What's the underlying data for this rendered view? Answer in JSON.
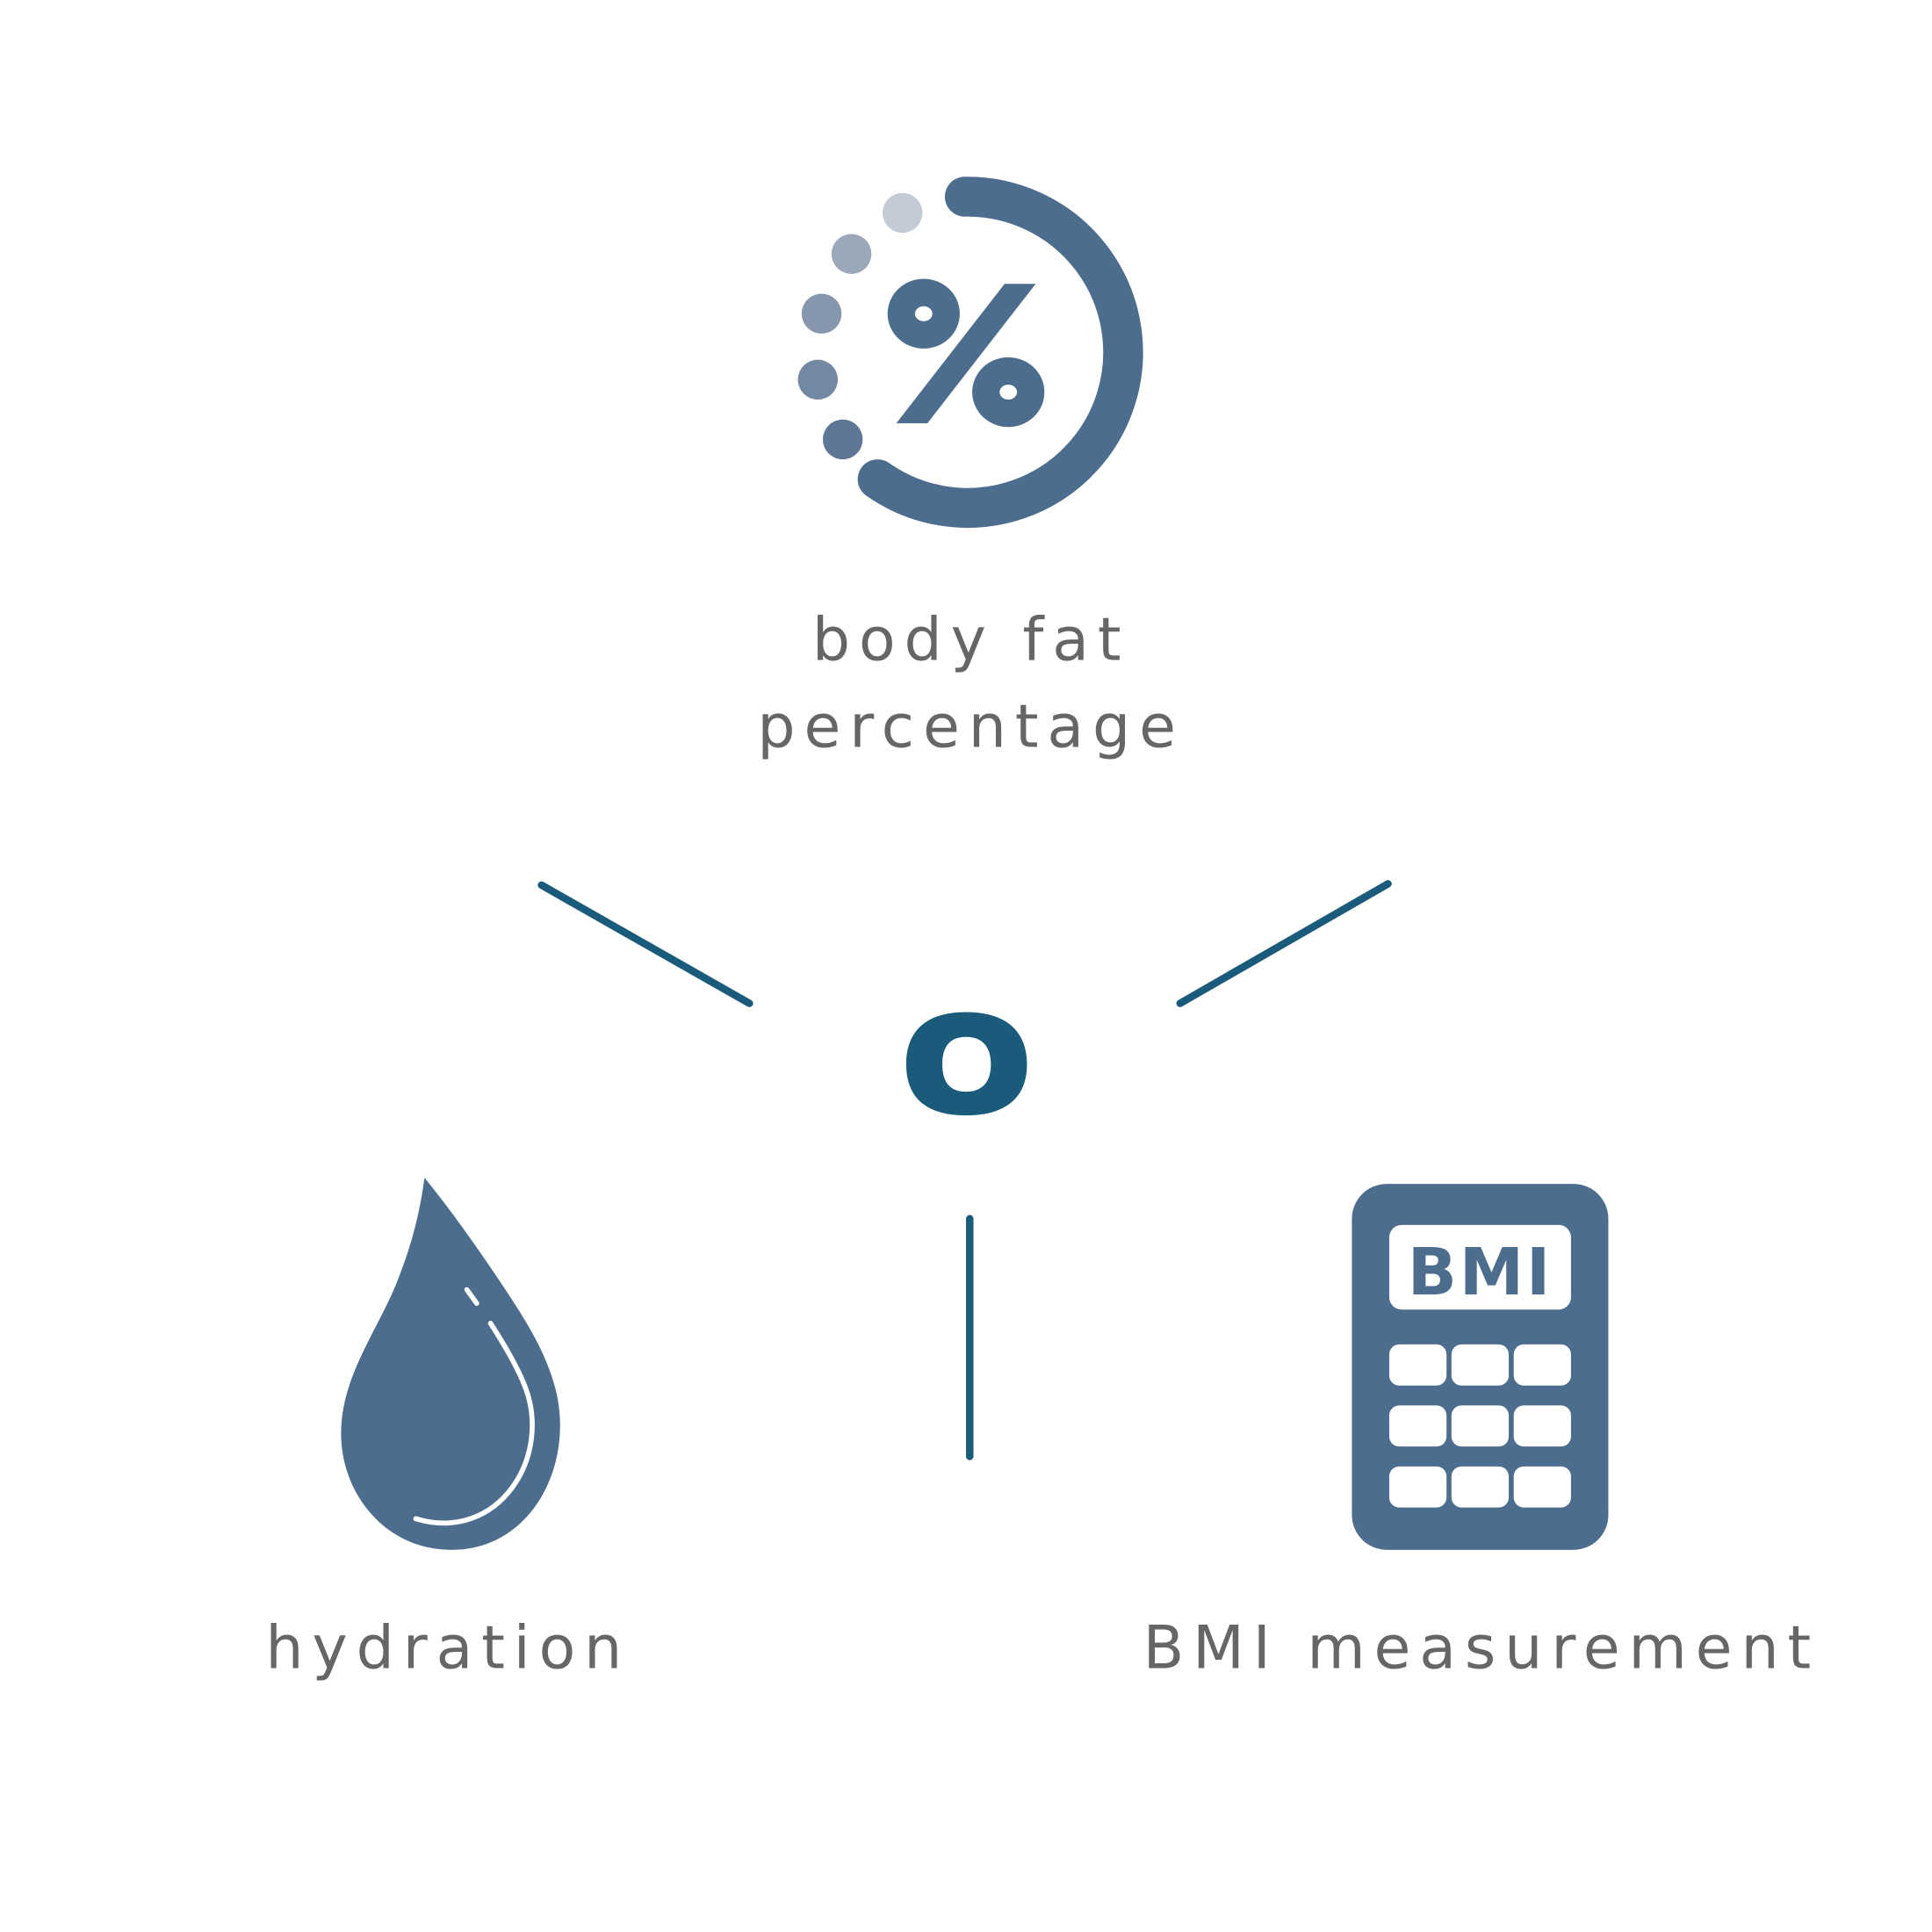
{
  "colors": {
    "icon": "#4d6d8f",
    "connector": "#1a5a7a",
    "text": "#666666",
    "dots": [
      "#c5cbd6",
      "#9ba8ba",
      "#8596ad",
      "#7388a3",
      "#5f7796"
    ]
  },
  "center_logo": {
    "text": "o",
    "icon": "logo-o-icon"
  },
  "items": [
    {
      "label_lines": [
        "body fat",
        "percentage"
      ],
      "icon": "percent-progress-icon"
    },
    {
      "label": "hydration",
      "icon": "water-drop-icon"
    },
    {
      "label": "BMI measurement",
      "icon": "calculator-icon",
      "screen_text": "BMI"
    }
  ]
}
